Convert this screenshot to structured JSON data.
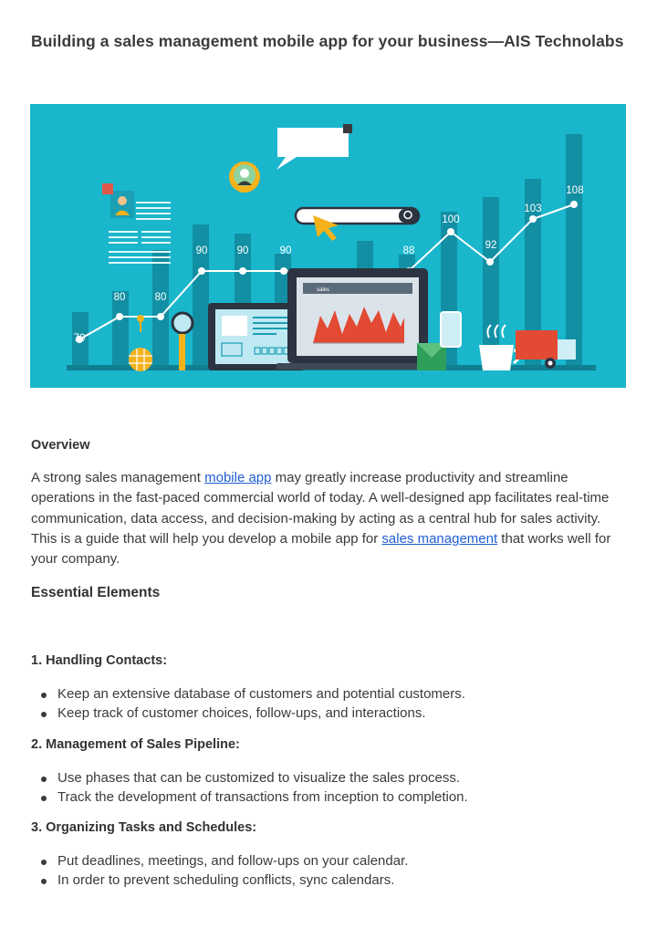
{
  "title": "Building a sales management mobile app for your business—AIS Technolabs",
  "hero": {
    "line_labels": [
      "70",
      "80",
      "80",
      "90",
      "90",
      "90",
      "88",
      "100",
      "92",
      "103",
      "108"
    ],
    "screen_label": "sales",
    "colors": {
      "background": "#19b6cc",
      "bars": "#128fa3",
      "accent": "#f5b21b",
      "chart_red": "#e24a33"
    }
  },
  "overview_heading": "Overview",
  "intro": {
    "t1": "A strong sales management ",
    "link1": "mobile app",
    "t2": " may greatly increase productivity and streamline operations in the fast-paced commercial world of today. A well-designed app facilitates real-time communication, data access, and decision-making by acting as a central hub for sales activity. This is a guide that will help you develop a mobile app for ",
    "link2": "sales management",
    "t3": " that works well for your company."
  },
  "essential_heading": "Essential Elements",
  "sections": [
    {
      "heading": "1. Handling Contacts:",
      "items": [
        "Keep an extensive database of customers and potential customers.",
        "Keep track of customer choices, follow-ups, and interactions."
      ]
    },
    {
      "heading": "2. Management of Sales Pipeline:",
      "items": [
        "Use phases that can be customized to visualize the sales process.",
        "Track the development of transactions from inception to completion."
      ]
    },
    {
      "heading": "3. Organizing Tasks and Schedules:",
      "items": [
        "Put deadlines, meetings, and follow-ups on your calendar.",
        "In order to prevent scheduling conflicts, sync calendars."
      ]
    }
  ]
}
